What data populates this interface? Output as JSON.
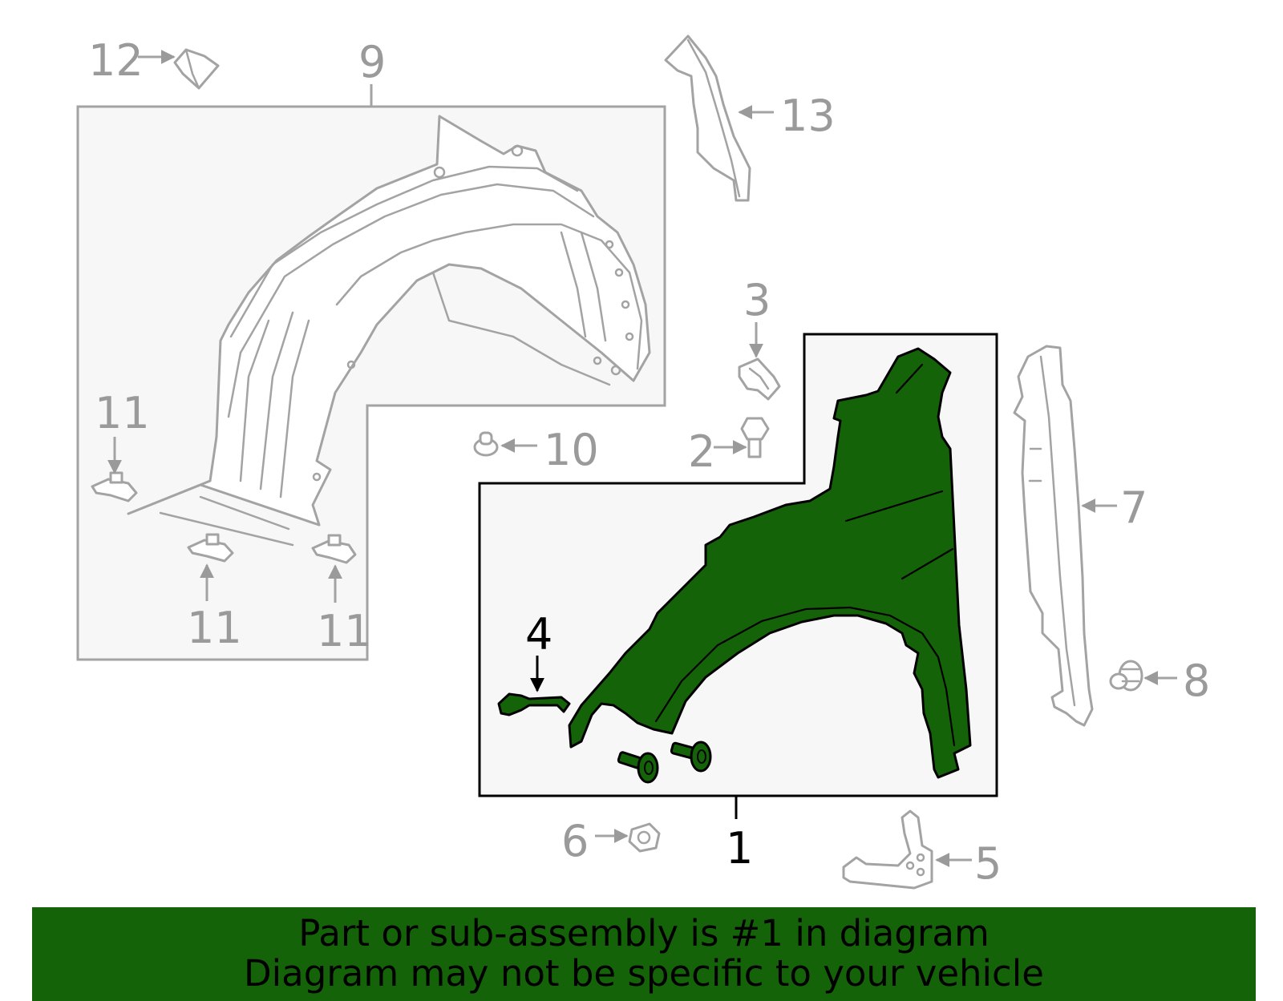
{
  "callouts": {
    "c1": "1",
    "c2": "2",
    "c3": "3",
    "c4": "4",
    "c5": "5",
    "c6": "6",
    "c7": "7",
    "c8": "8",
    "c9": "9",
    "c10": "10",
    "c11a": "11",
    "c11b": "11",
    "c11c": "11",
    "c12": "12",
    "c13": "13"
  },
  "banner": {
    "line1": "Part or sub-assembly is #1 in diagram",
    "line2": "Diagram may not be specific to your vehicle"
  },
  "colors": {
    "highlight": "#156308",
    "outline_gray": "#a3a3a3",
    "box_fill": "#f7f7f7"
  }
}
